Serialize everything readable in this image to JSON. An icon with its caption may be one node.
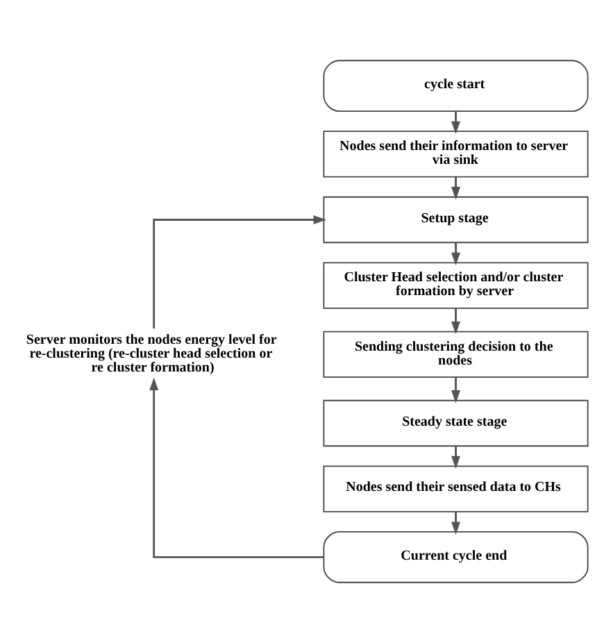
{
  "diagram": {
    "nodes": [
      {
        "text": [
          "cycle start"
        ]
      },
      {
        "text": [
          "Nodes send their information to server via sink"
        ]
      },
      {
        "text": [
          "Setup stage"
        ]
      },
      {
        "text": [
          "Cluster Head selection and/or cluster formation by server"
        ]
      },
      {
        "text": [
          "Sending clustering decision to the nodes"
        ]
      },
      {
        "text": [
          "Steady state stage"
        ]
      },
      {
        "text": [
          "Nodes send their sensed data to CHs"
        ]
      },
      {
        "text": [
          "Current cycle end"
        ]
      },
      {
        "text": [
          "Server monitors the nodes energy level for re-clustering (re-cluster head selection or re cluster formation)"
        ]
      }
    ],
    "edges": [
      {
        "from": 0,
        "to": 1,
        "arrow": "to"
      },
      {
        "from": 1,
        "to": 2,
        "arrow": "to"
      },
      {
        "from": 2,
        "to": 3,
        "arrow": "to"
      },
      {
        "from": 3,
        "to": 4,
        "arrow": "to"
      },
      {
        "from": 4,
        "to": 5,
        "arrow": "to"
      },
      {
        "from": 5,
        "to": 6,
        "arrow": "to"
      },
      {
        "from": 6,
        "to": 7,
        "arrow": "to"
      },
      {
        "from": 7,
        "to": 8,
        "arrow": "to"
      },
      {
        "from": 8,
        "to": 2,
        "arrow": "to"
      }
    ]
  }
}
